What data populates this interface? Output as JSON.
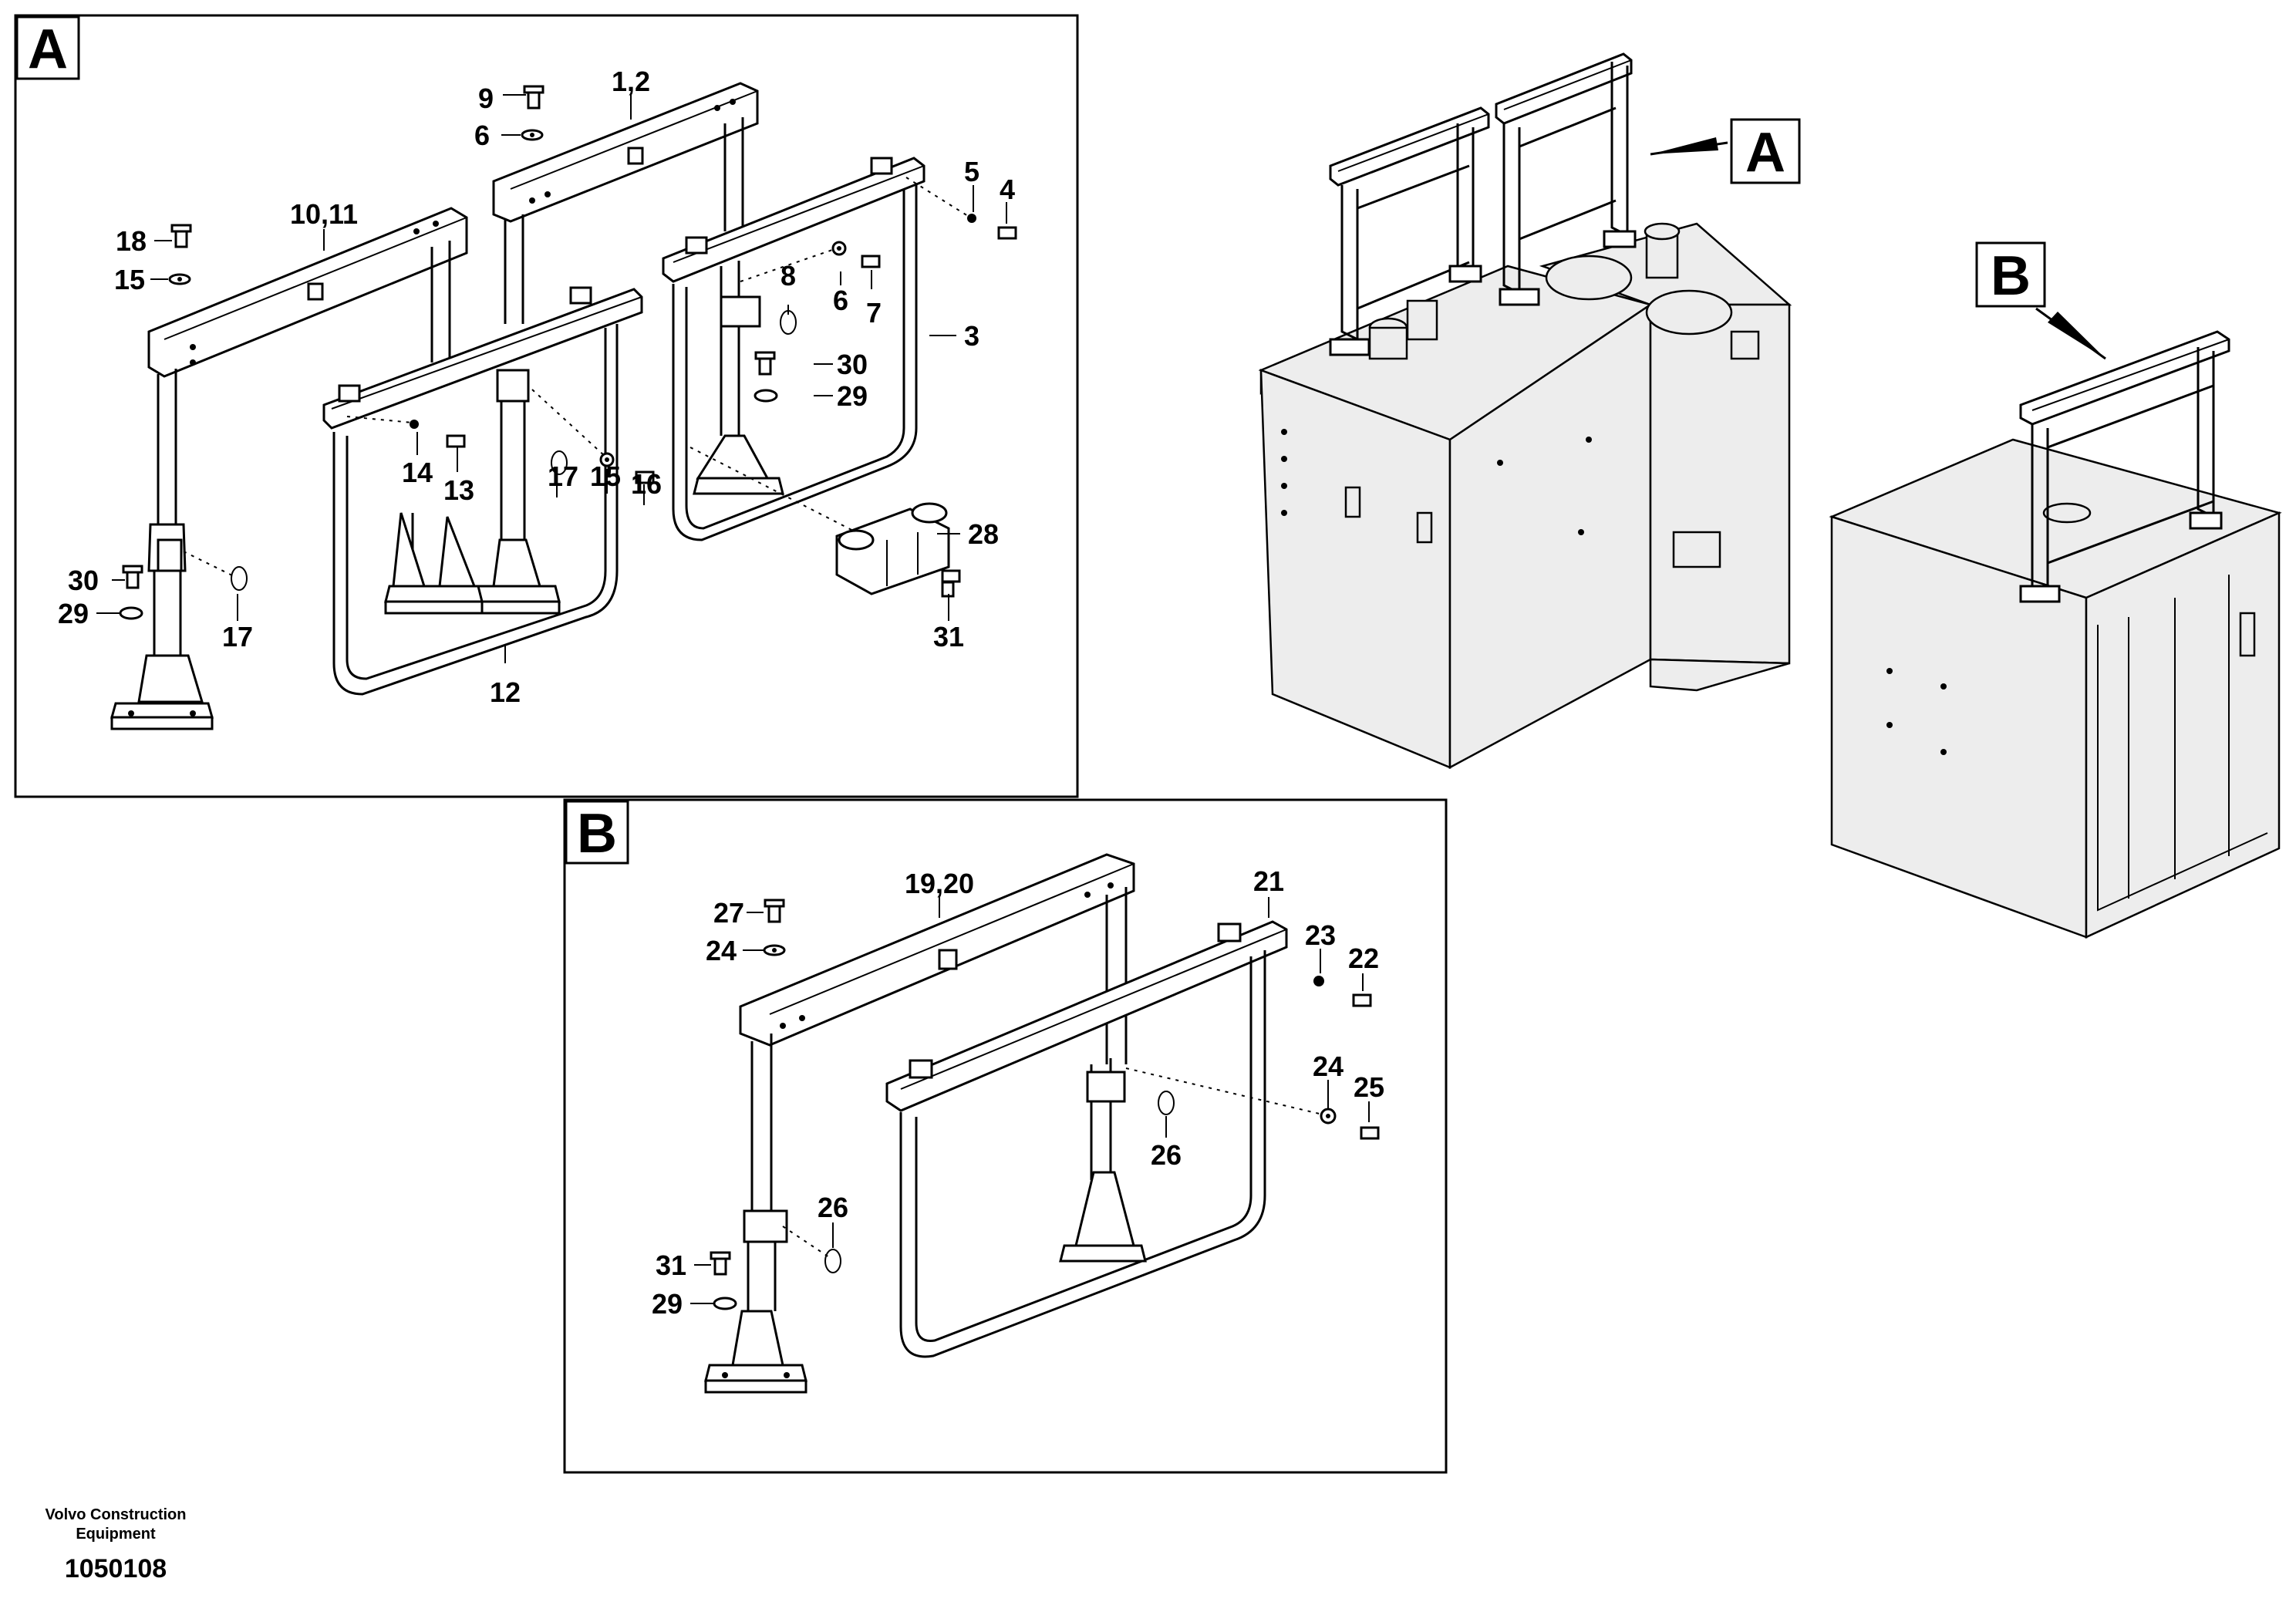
{
  "panels": {
    "a": {
      "tag": "A"
    },
    "b": {
      "tag": "B"
    }
  },
  "callouts": {
    "a": "A",
    "b": "B"
  },
  "labels_a": [
    "1,2",
    "9",
    "6",
    "10,11",
    "18",
    "15",
    "5",
    "4",
    "8",
    "6",
    "7",
    "3",
    "30",
    "29",
    "14",
    "13",
    "17",
    "15",
    "16",
    "28",
    "30",
    "29",
    "17",
    "31",
    "12"
  ],
  "labels_b": [
    "19,20",
    "21",
    "27",
    "24",
    "23",
    "22",
    "24",
    "25",
    "26",
    "26",
    "31",
    "29"
  ],
  "footer": {
    "brand_line1": "Volvo Construction",
    "brand_line2": "Equipment",
    "drawing_number": "1050108"
  }
}
